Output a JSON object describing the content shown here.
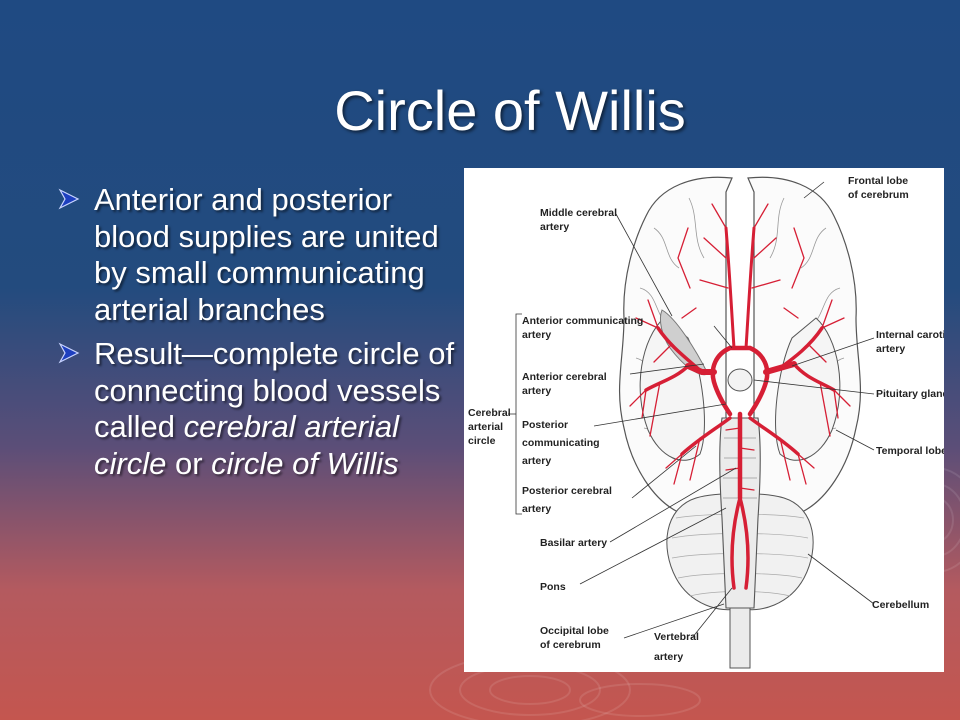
{
  "slide": {
    "title": "Circle of Willis",
    "colors": {
      "background_top": "#1f4a82",
      "background_bottom": "#c4564f",
      "bullet": "#1e3fbf",
      "artery": "#d61f35"
    }
  },
  "bullets": [
    {
      "text": "Anterior and posterior blood supplies are united by small communicating arterial branches"
    },
    {
      "prefix": "Result—complete circle of connecting blood vessels called ",
      "em1": "cerebral arterial circle",
      "mid": " or ",
      "em2": "circle of Willis"
    }
  ],
  "figure": {
    "labels": {
      "frontal_lobe_1": "Frontal lobe",
      "frontal_lobe_2": "of cerebrum",
      "middle_cerebral_1": "Middle cerebral",
      "middle_cerebral_2": "artery",
      "ant_comm_1": "Anterior communicating",
      "ant_comm_2": "artery",
      "internal_carotid_1": "Internal carotid",
      "internal_carotid_2": "artery",
      "ant_cerebral_1": "Anterior cerebral",
      "ant_cerebral_2": "artery",
      "pituitary": "Pituitary gland",
      "cac_1": "Cerebral",
      "cac_2": "arterial",
      "cac_3": "circle",
      "post_comm_1": "Posterior",
      "post_comm_2": "communicating",
      "post_comm_3": "artery",
      "temporal": "Temporal lobe",
      "post_cerebral_1": "Posterior cerebral",
      "post_cerebral_2": "artery",
      "basilar": "Basilar artery",
      "pons": "Pons",
      "cerebellum": "Cerebellum",
      "occipital_1": "Occipital lobe",
      "occipital_2": "of cerebrum",
      "vertebral_1": "Vertebral",
      "vertebral_2": "artery"
    }
  }
}
